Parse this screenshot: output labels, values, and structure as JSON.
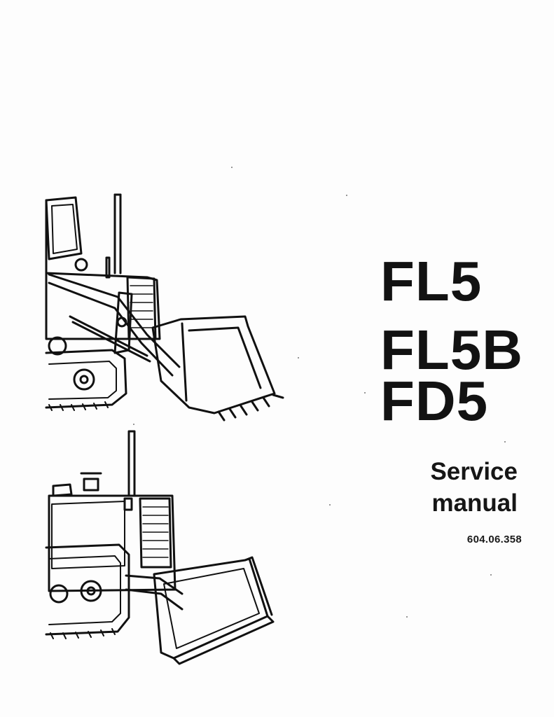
{
  "cover": {
    "models": [
      "FL5",
      "FL5B",
      "FD5"
    ],
    "subtitle_line1": "Service",
    "subtitle_line2": "manual",
    "part_number": "604.06.358"
  },
  "illustrations": {
    "top": "crawler-loader-icon",
    "bottom": "crawler-dozer-icon"
  }
}
